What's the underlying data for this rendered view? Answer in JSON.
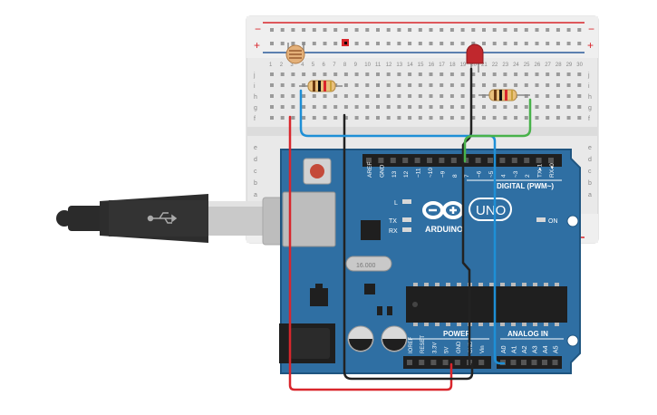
{
  "colors": {
    "board": "#2f6fa3",
    "board_edge": "#1f5580",
    "breadboard": "#e8e8e8",
    "rail_red": "#d9262c",
    "rail_blue": "#2b5c9a",
    "wire_red": "#d9262c",
    "wire_blue": "#1e8fd6",
    "wire_black": "#222222",
    "wire_green": "#48b24a",
    "led": "#c0282d",
    "resistor": "#e9c07c",
    "usb": "#2b2b2b"
  },
  "breadboard": {
    "rail_plus": "+",
    "rail_minus": "−",
    "rows_top": [
      "j",
      "i",
      "h",
      "g",
      "f"
    ],
    "rows_bottom": [
      "e",
      "d",
      "c",
      "b",
      "a"
    ],
    "columns": [
      "1",
      "2",
      "3",
      "4",
      "5",
      "6",
      "7",
      "8",
      "9",
      "10",
      "11",
      "12",
      "13",
      "14",
      "15",
      "16",
      "17",
      "18",
      "19",
      "20",
      "21",
      "22",
      "23",
      "24",
      "25",
      "26",
      "27",
      "28",
      "29",
      "30"
    ]
  },
  "arduino": {
    "brand": "ARDUINO",
    "model": "UNO",
    "digital_label": "DIGITAL (PWM~)",
    "analog_label": "ANALOG IN",
    "power_label": "POWER",
    "on_label": "ON",
    "led_l": "L",
    "led_tx": "TX",
    "led_rx": "RX",
    "digital_pins": [
      "AREF",
      "GND",
      "13",
      "12",
      "~11",
      "~10",
      "~9",
      "8",
      "7",
      "~6",
      "~5",
      "4",
      "~3",
      "2",
      "TX▸1",
      "RX◂0"
    ],
    "power_pins": [
      "IOREF",
      "RESET",
      "3.3V",
      "5V",
      "GND",
      "GND",
      "Vin"
    ],
    "analog_pins": [
      "A0",
      "A1",
      "A2",
      "A3",
      "A4",
      "A5"
    ],
    "crystal": "16.000"
  },
  "components": [
    {
      "name": "photoresistor",
      "icon": "photoresistor-icon"
    },
    {
      "name": "resistor",
      "icon": "resistor-icon"
    },
    {
      "name": "red LED",
      "icon": "led-icon"
    },
    {
      "name": "resistor",
      "icon": "resistor-icon"
    }
  ],
  "usb": {
    "icon": "usb-icon"
  }
}
